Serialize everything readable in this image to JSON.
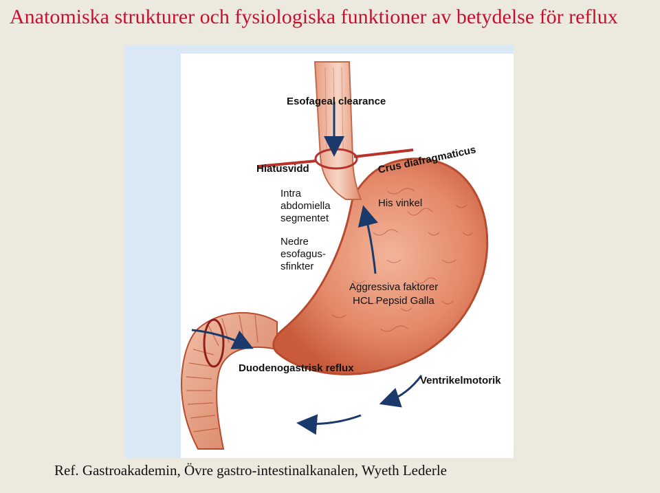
{
  "slide": {
    "title": "Anatomiska strukturer och fysiologiska funktioner av betydelse för reflux",
    "reference": "Ref. Gastroakademin, Övre gastro-intestinalkanalen, Wyeth Lederle"
  },
  "figure": {
    "labels": {
      "esophageal_clearance": "Esofageal clearance",
      "hiatusvidd": "Hiatusvidd",
      "crus": "Crus diafragmaticus",
      "intra_line1": "Intra",
      "intra_line2": "abdomiella",
      "intra_line3": "segmentet",
      "his": "His vinkel",
      "nedre_line1": "Nedre",
      "nedre_line2": "esofagus-",
      "nedre_line3": "sfinkter",
      "aggressiva_line1": "Aggressiva faktorer",
      "aggressiva_line2": "HCL Pepsid Galla",
      "duodenogastrisk": "Duodenogastrisk reflux",
      "ventrikelmotorik": "Ventrikelmotorik"
    },
    "colors": {
      "stomach_fill": "#d97a5a",
      "stomach_edge": "#b84a2e",
      "diaphragm": "#b8322a",
      "arrow": "#1a3a6b"
    }
  }
}
